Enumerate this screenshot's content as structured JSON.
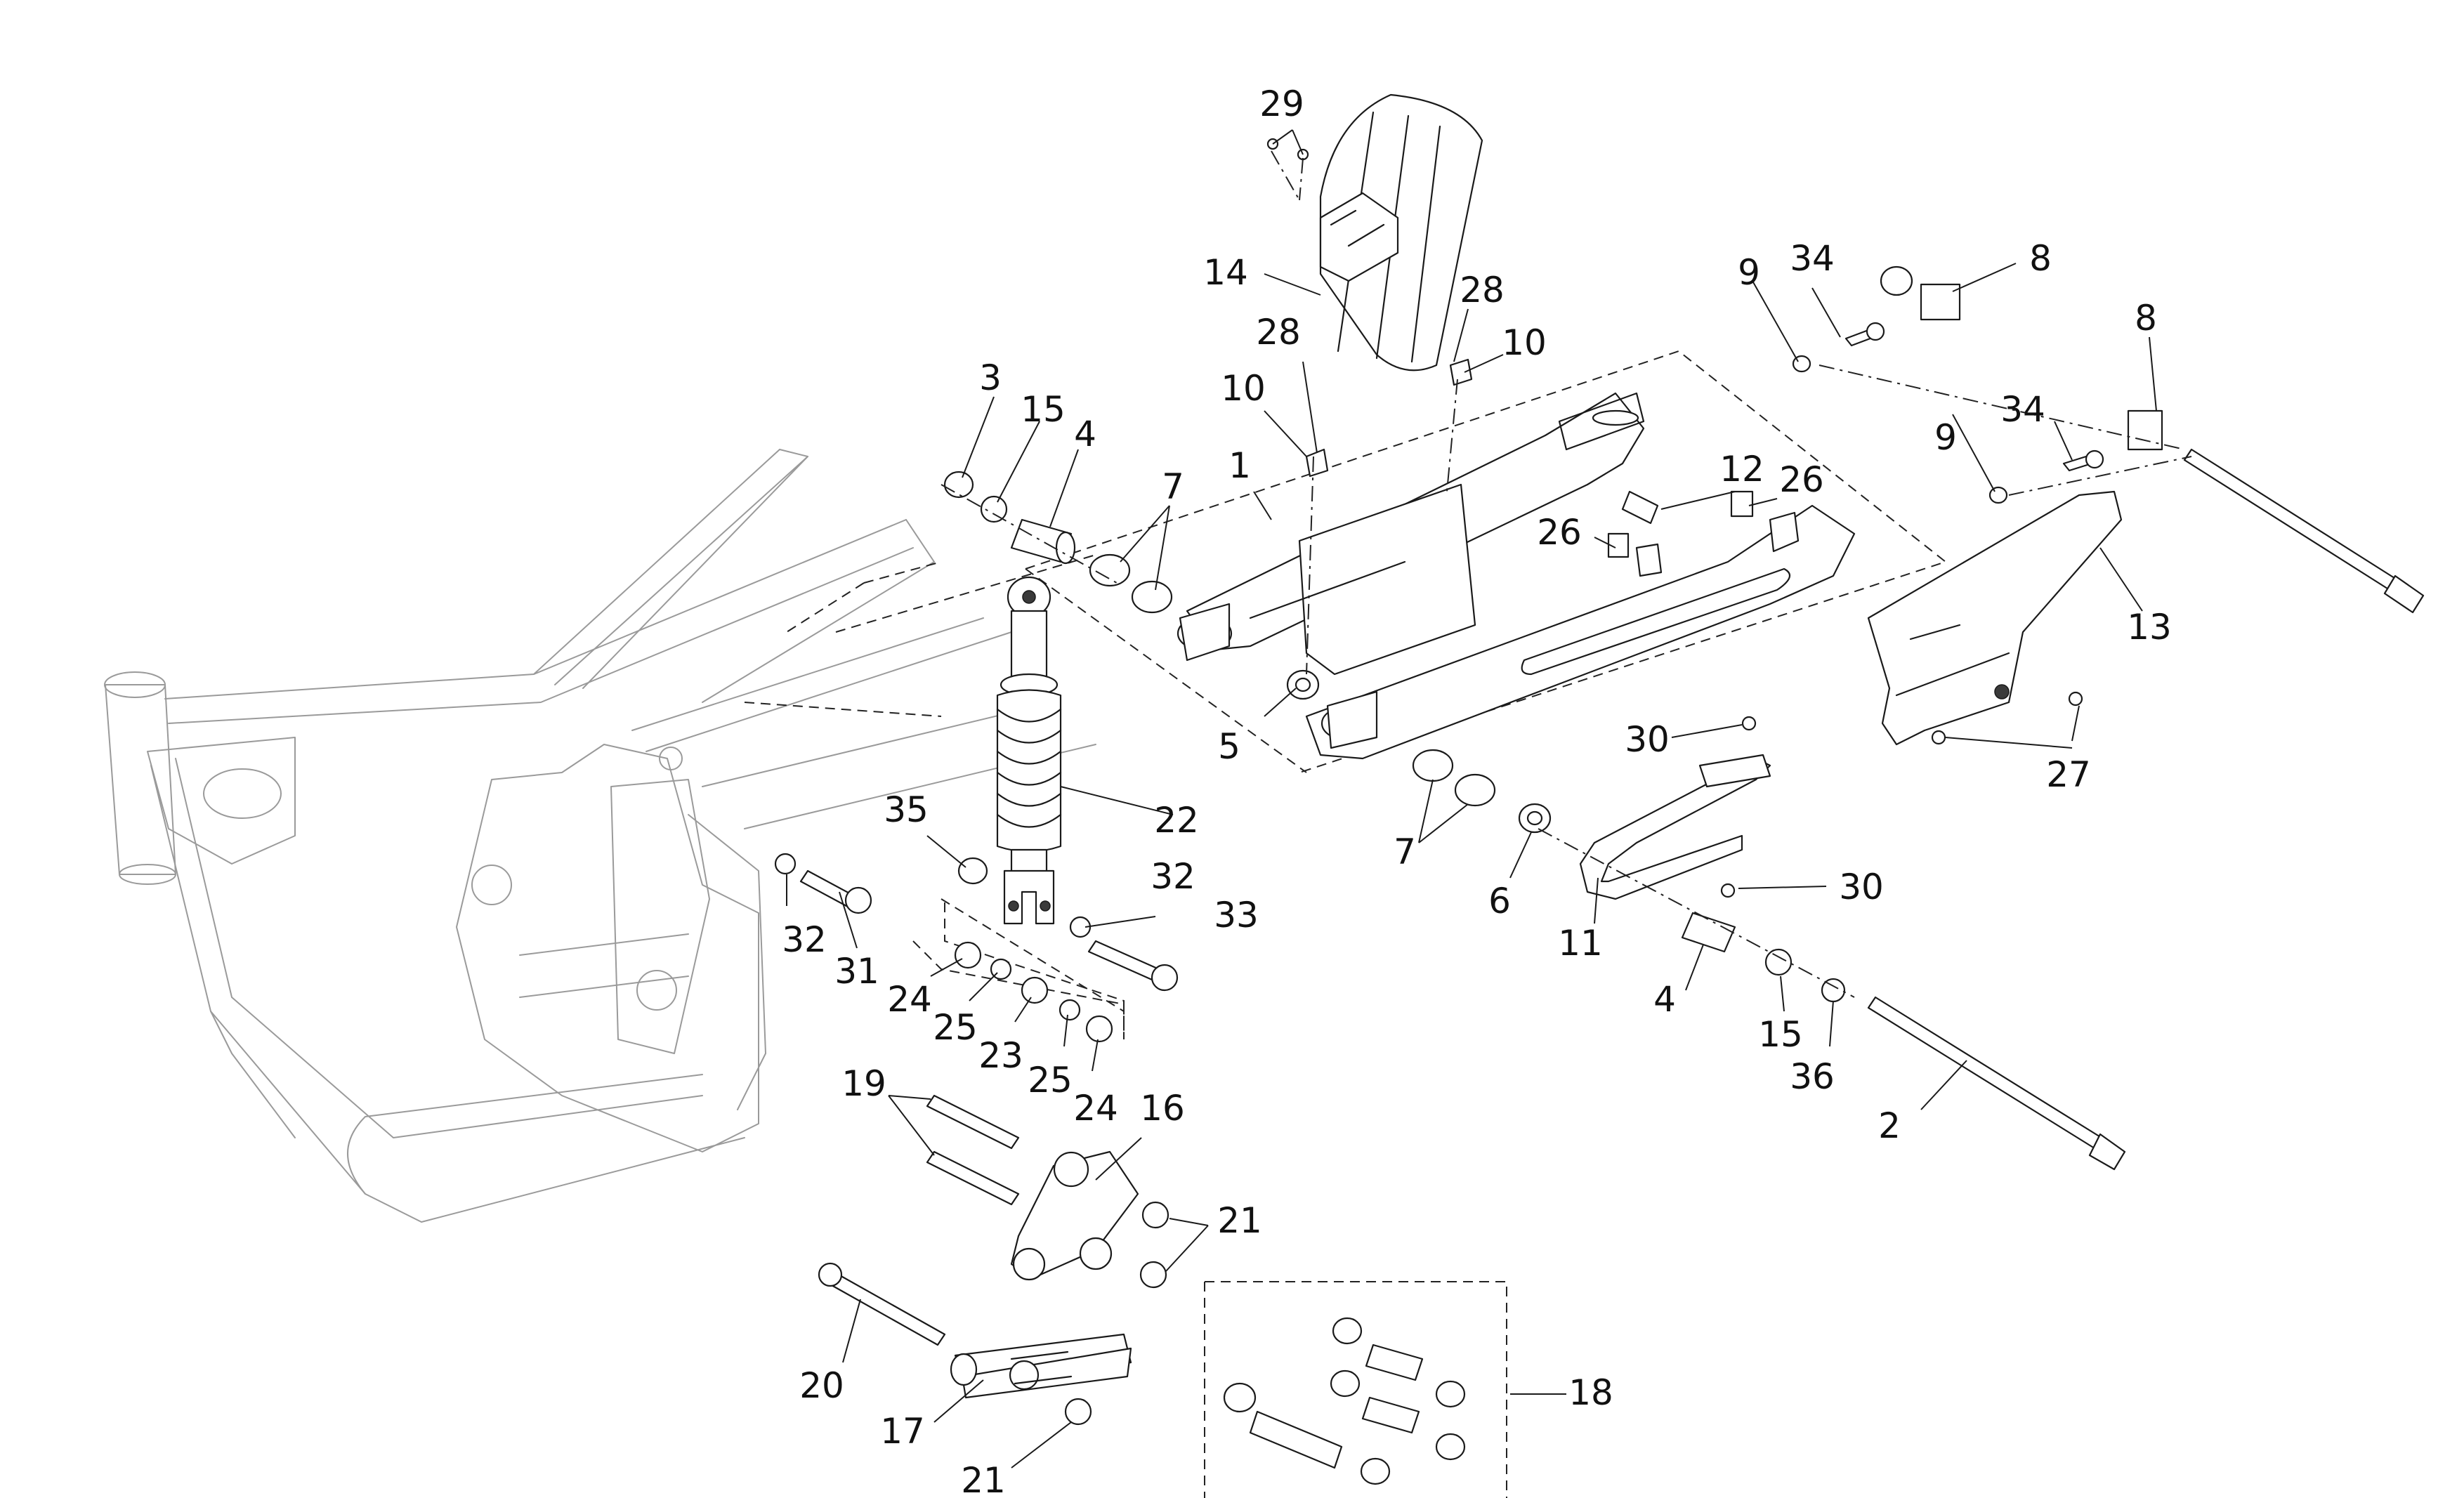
{
  "diagram": {
    "callouts": [
      "29",
      "14",
      "28",
      "10",
      "28",
      "10",
      "3",
      "15",
      "4",
      "7",
      "1",
      "9",
      "34",
      "8",
      "8",
      "9",
      "34",
      "12",
      "26",
      "26",
      "13",
      "5",
      "22",
      "35",
      "32",
      "33",
      "32",
      "31",
      "24",
      "25",
      "23",
      "25",
      "24",
      "19",
      "16",
      "21",
      "20",
      "17",
      "21",
      "7",
      "6",
      "30",
      "11",
      "30",
      "4",
      "15",
      "36",
      "2",
      "27",
      "18"
    ]
  }
}
